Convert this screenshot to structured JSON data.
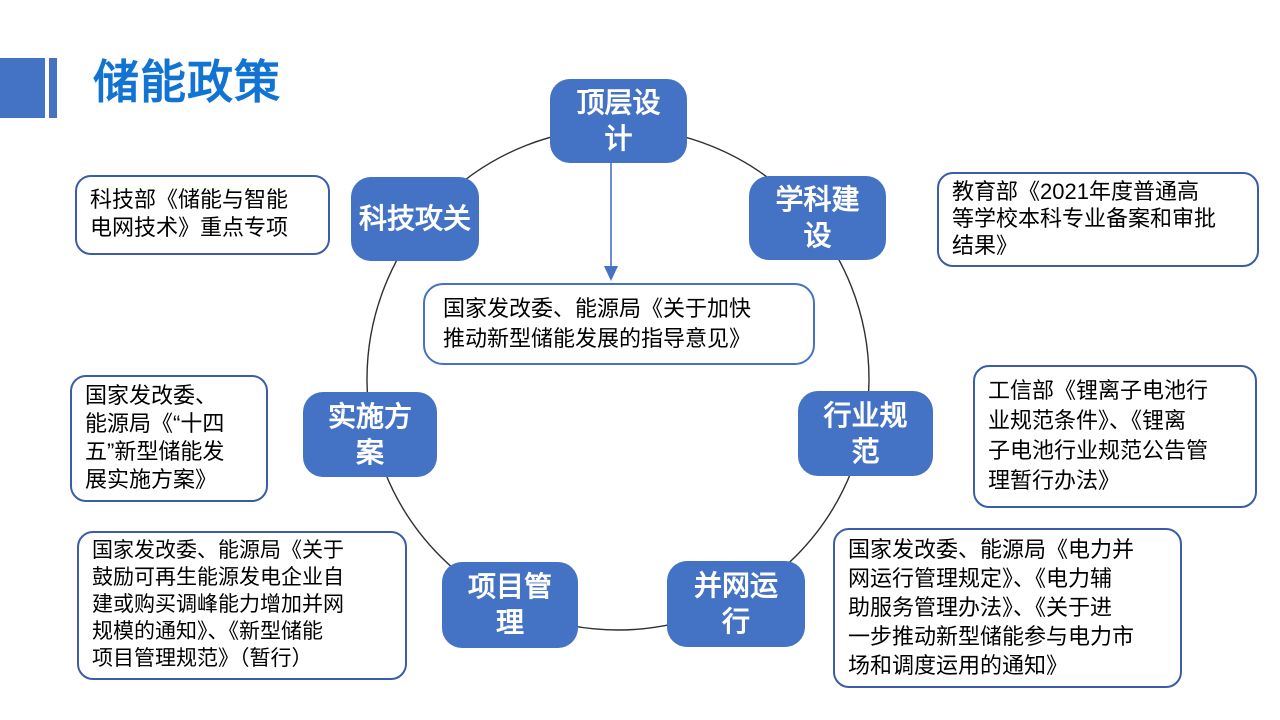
{
  "slide": {
    "title": "储能政策"
  },
  "colors": {
    "node_fill": "#4472C4",
    "title_blue": "#1274D2",
    "callout_border": "#3A5CA9",
    "center_box_border": "#4472C4",
    "circle_stroke": "#2F2F2F",
    "arrow": "#4472C4"
  },
  "nodes": [
    {
      "id": "top-design",
      "label": "顶层设\n计"
    },
    {
      "id": "discipline",
      "label": "学科建\n设"
    },
    {
      "id": "industry-standard",
      "label": "行业规\n范"
    },
    {
      "id": "grid-operation",
      "label": "并网运\n行"
    },
    {
      "id": "project-management",
      "label": "项目管\n理"
    },
    {
      "id": "implementation-plan",
      "label": "实施方\n案"
    },
    {
      "id": "tech-research",
      "label": "科技攻关"
    }
  ],
  "center_box": {
    "text": "国家发改委、能源局《关于加快\n推动新型储能发展的指导意见》"
  },
  "callouts": [
    {
      "id": "tech-ministry",
      "text": "科技部《储能与智能\n电网技术》重点专项"
    },
    {
      "id": "education",
      "text": "教育部《2021年度普通高\n等学校本科专业备案和审批\n结果》"
    },
    {
      "id": "miit",
      "text": "工信部《锂离子电池行\n业规范条件》、《锂离\n子电池行业规范公告管\n理暂行办法》"
    },
    {
      "id": "ndrc-plan",
      "text": "国家发改委、\n能源局《“十四\n五”新型储能发\n展实施方案》"
    },
    {
      "id": "ndrc-project",
      "text": "国家发改委、能源局《关于\n鼓励可再生能源发电企业自\n建或购买调峰能力增加并网\n规模的通知》、《新型储能\n项目管理规范》（暂行）"
    },
    {
      "id": "ndrc-grid",
      "text": "国家发改委、能源局《电力并\n网运行管理规定》、《电力辅\n助服务管理办法》、《关于进\n一步推动新型储能参与电力市\n场和调度运用的通知》"
    }
  ]
}
